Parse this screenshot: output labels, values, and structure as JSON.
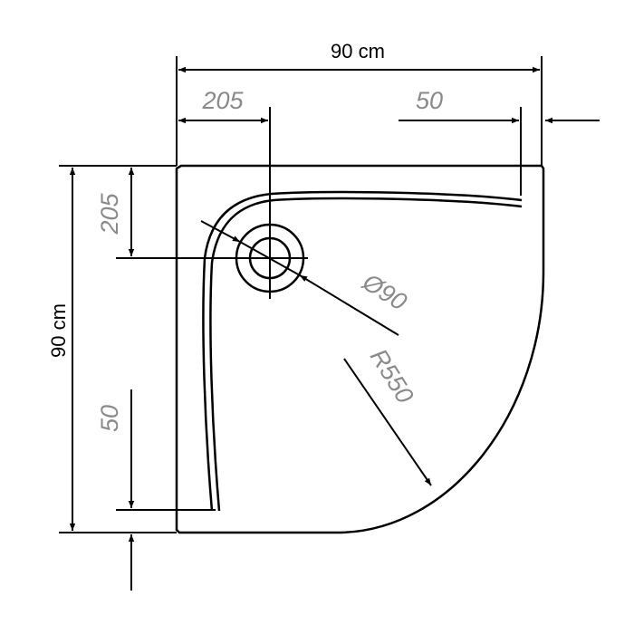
{
  "drawing": {
    "width_label": "90 cm",
    "depth_label": "90 cm",
    "drain_offset_x": "205",
    "drain_offset_y": "205",
    "rim_x": "50",
    "rim_y": "50",
    "drain_diameter": "Ø90",
    "radius": "R550"
  },
  "colors": {
    "line": "#000000",
    "annotation": "#8a8a8a"
  }
}
